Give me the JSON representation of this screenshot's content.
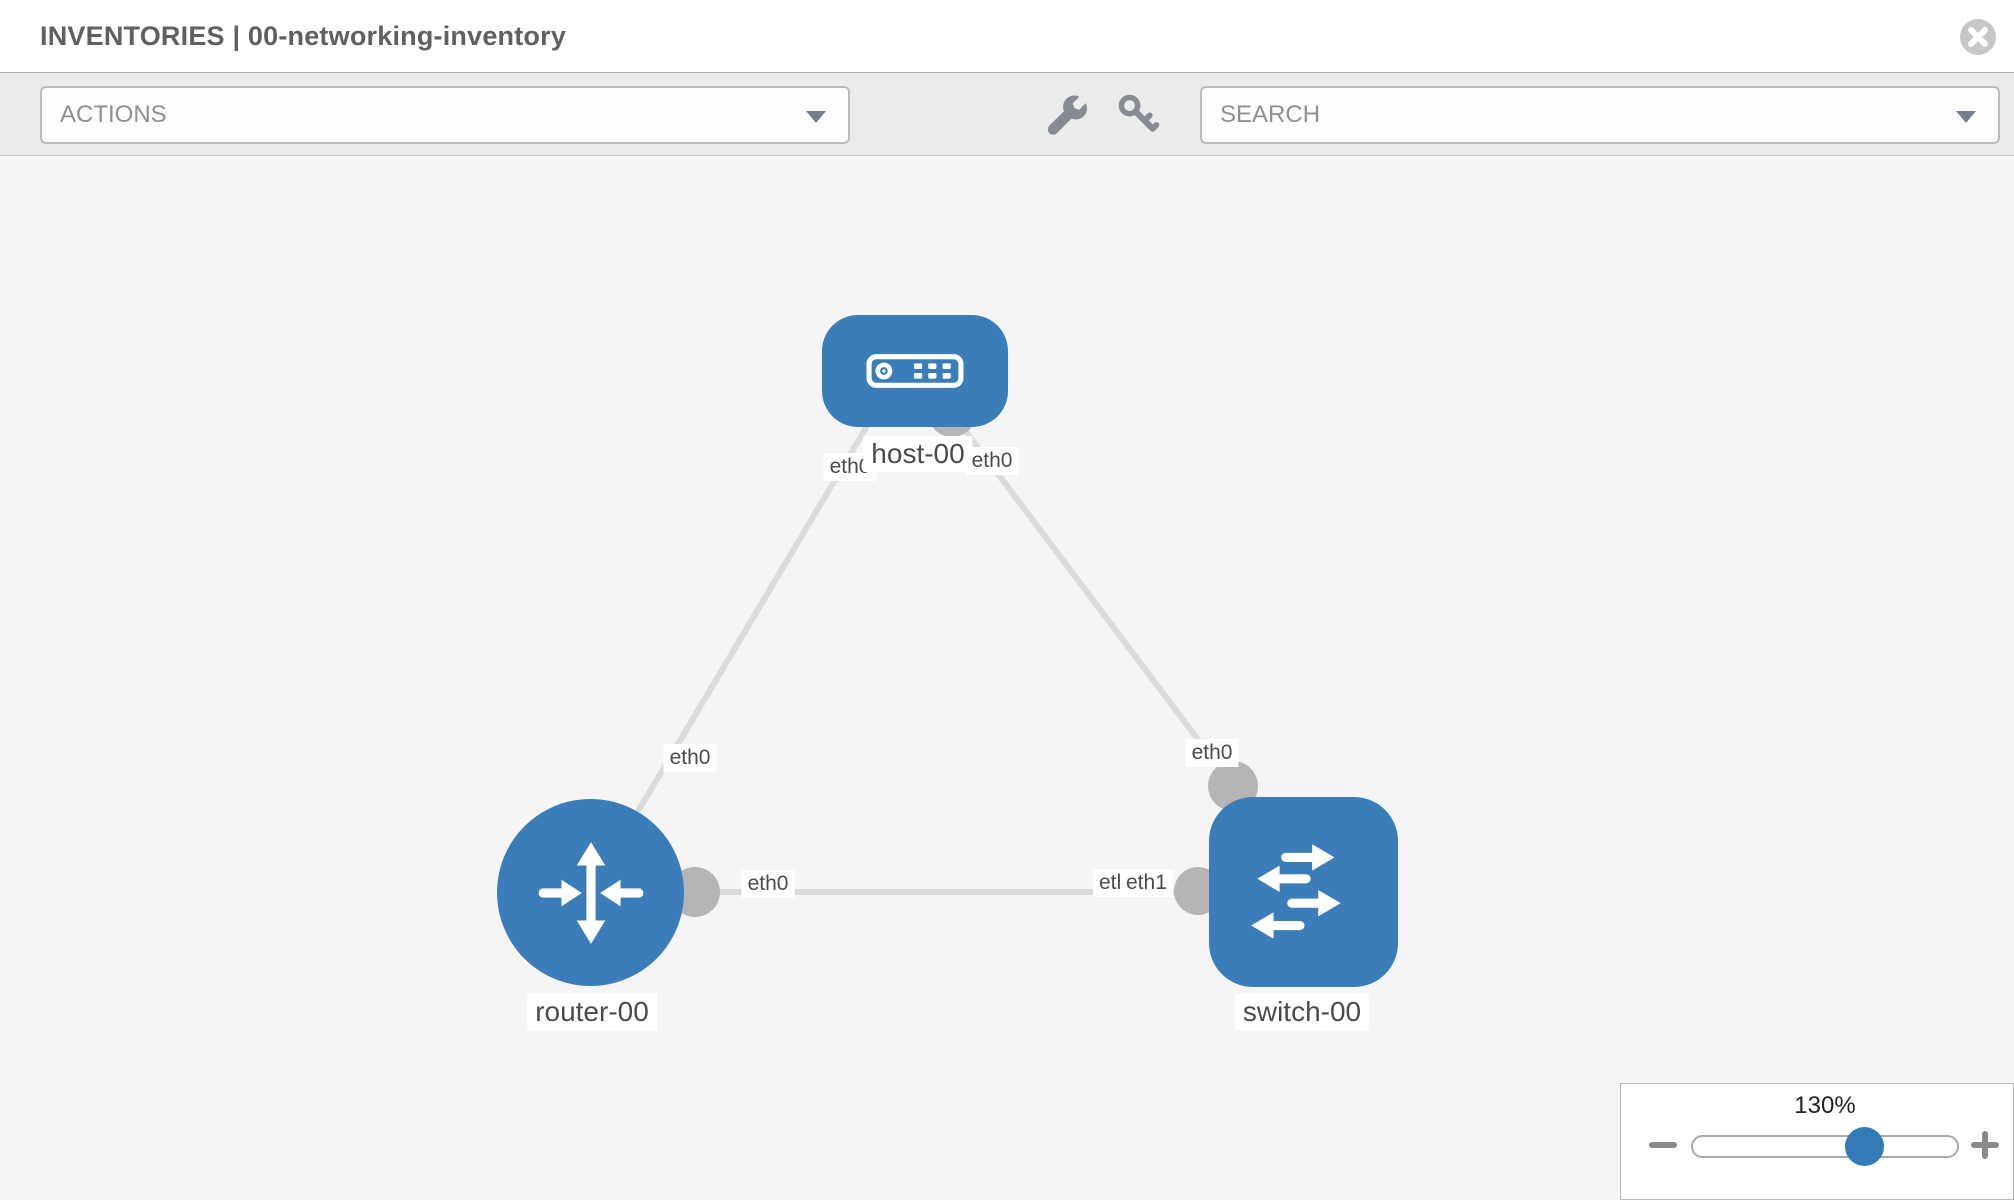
{
  "header": {
    "title": "INVENTORIES | 00-networking-inventory"
  },
  "toolbar": {
    "actions": {
      "placeholder": "ACTIONS"
    },
    "search": {
      "placeholder": "SEARCH"
    }
  },
  "diagram": {
    "nodes": [
      {
        "id": "host-00",
        "type": "host",
        "label": "host-00"
      },
      {
        "id": "router-00",
        "type": "router",
        "label": "router-00"
      },
      {
        "id": "switch-00",
        "type": "switch",
        "label": "switch-00"
      }
    ],
    "edges": [
      {
        "from": "host-00",
        "to": "router-00",
        "labels": {
          "host_end": "eth0",
          "router_end": "eth0"
        }
      },
      {
        "from": "host-00",
        "to": "switch-00",
        "labels": {
          "host_end": "eth0",
          "switch_end": "eth0"
        }
      },
      {
        "from": "router-00",
        "to": "switch-00",
        "labels": {
          "router_end": "eth0",
          "switch_end_back": "eth0",
          "switch_end_front": "eth1"
        }
      }
    ]
  },
  "zoom_panel": {
    "level": "130%"
  },
  "colors": {
    "node_blue": "#3b7db9",
    "slider_thumb_blue": "#337ab7",
    "edge_gray": "#dcdcdc",
    "connector_gray": "#b5b5b5"
  },
  "icons": {
    "header": [
      "close-circle-icon"
    ],
    "toolbar": [
      "wrench-icon",
      "key-icon",
      "chevron-down-icon"
    ],
    "nodes": [
      "server-icon",
      "router-arrows-icon",
      "switch-arrows-icon"
    ],
    "zoom": [
      "minus-icon",
      "plus-icon"
    ]
  }
}
